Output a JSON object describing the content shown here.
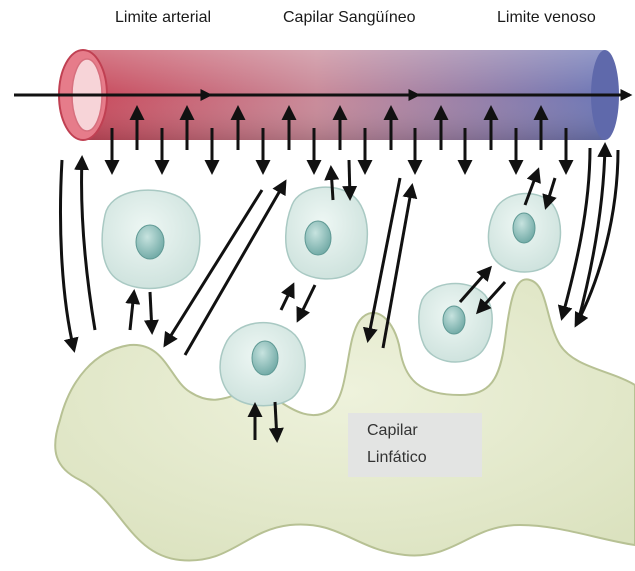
{
  "labels": {
    "arterial_end": "Limite arterial",
    "blood_capillary": "Capilar Sangüíneo",
    "venous_end": "Limite venoso",
    "lymph_capillary_line1": "Capilar",
    "lymph_capillary_line2": "Linfático"
  },
  "colors": {
    "arterial": "#c8485a",
    "venous": "#6878b8",
    "lymph_vessel": "#e6ebd2",
    "lymph_vessel_edge": "#b7c194",
    "cell": "#dfeeea",
    "cell_nucleus": "#7fb0ad",
    "arrow": "#111111"
  }
}
